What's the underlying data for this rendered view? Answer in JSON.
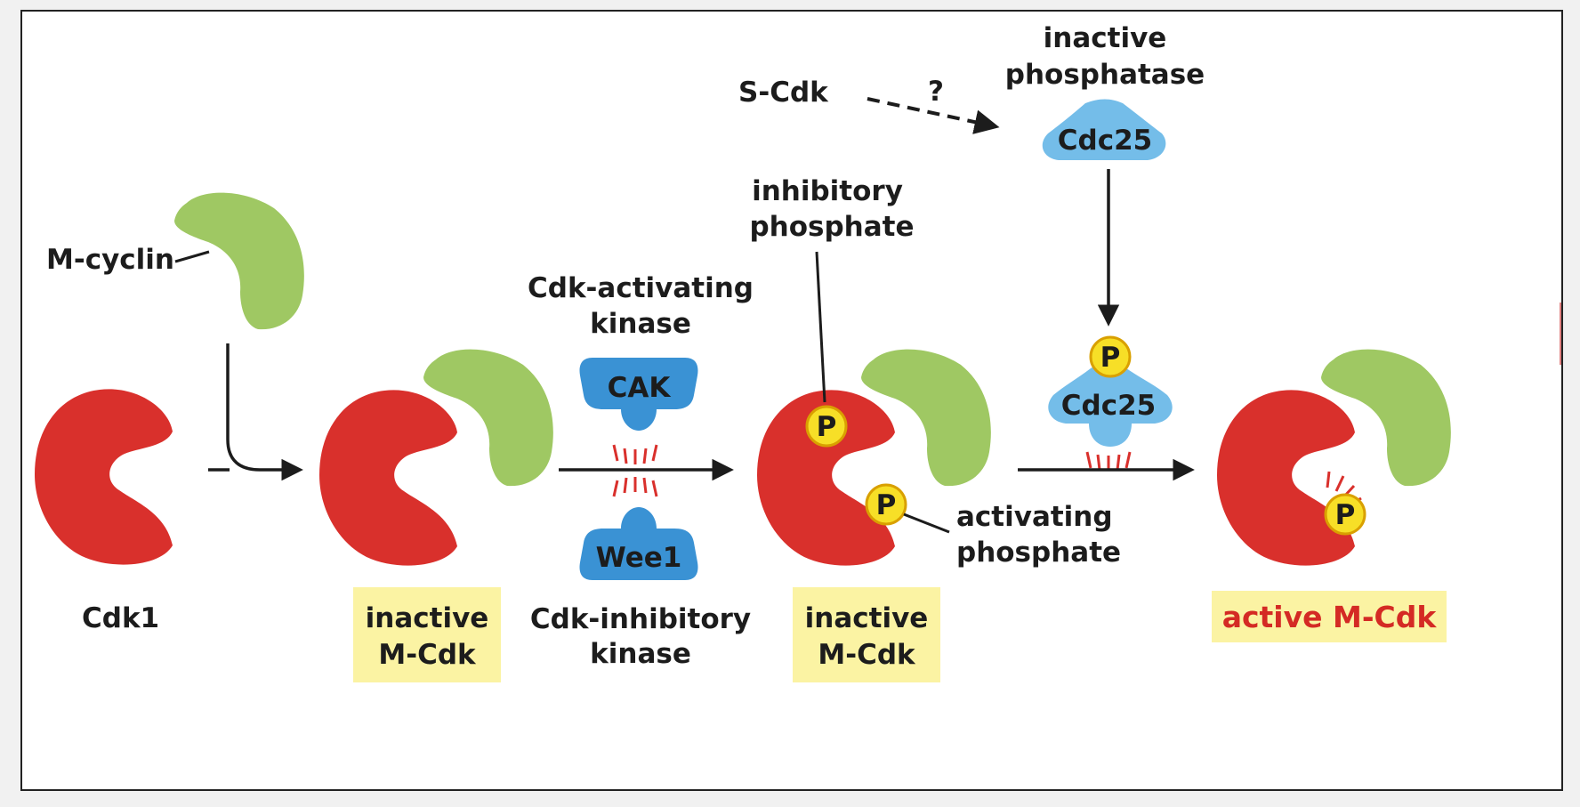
{
  "labels": {
    "s_cdk": "S-Cdk",
    "question": "?",
    "inactive_phosphatase_1": "inactive",
    "inactive_phosphatase_2": "phosphatase",
    "cdc25_inactive": "Cdc25",
    "cdc25_active": "Cdc25",
    "inhibitory_phosphate_1": "inhibitory",
    "inhibitory_phosphate_2": "phosphate",
    "m_cyclin": "M-cyclin",
    "cdk_activating_kinase_1": "Cdk-activating",
    "cdk_activating_kinase_2": "kinase",
    "cak": "CAK",
    "wee1": "Wee1",
    "cdk_inhibitory_kinase_1": "Cdk-inhibitory",
    "cdk_inhibitory_kinase_2": "kinase",
    "activating_phosphate_1": "activating",
    "activating_phosphate_2": "phosphate",
    "cdk1": "Cdk1",
    "inactive_mcdk_a_1": "inactive",
    "inactive_mcdk_a_2": "M-Cdk",
    "inactive_mcdk_b_1": "inactive",
    "inactive_mcdk_b_2": "M-Cdk",
    "active_mcdk": "active M-Cdk",
    "p": "P"
  },
  "colors": {
    "cdk_red": "#d9302c",
    "cyclin_green": "#9fc863",
    "kinase_blue": "#3a92d4",
    "phosphatase_blue": "#74bde9",
    "phosphate_yellow": "#f7df27",
    "label_box_yellow": "#fbf3a3",
    "active_text_red": "#d42a24"
  }
}
